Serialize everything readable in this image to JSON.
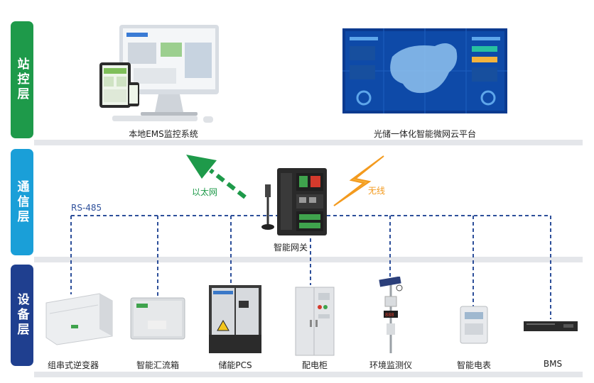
{
  "layers": {
    "station": {
      "label": "站控层",
      "color": "#1e9a4a"
    },
    "comm": {
      "label": "通信层",
      "color": "#1a9fd8"
    },
    "device": {
      "label": "设备层",
      "color": "#1f3f8f"
    }
  },
  "station": {
    "local_ems": "本地EMS监控系统",
    "cloud_platform": "光储一体化智能微网云平台"
  },
  "comm": {
    "ethernet": "以太网",
    "wireless": "无线",
    "rs485": "RS-485",
    "gateway": "智能网关",
    "ethernet_color": "#1e9a4a",
    "wireless_color": "#f39a1e",
    "bus_color": "#2d4f9a"
  },
  "devices": [
    {
      "label": "组串式逆变器",
      "icon": "inverter-icon"
    },
    {
      "label": "智能汇流箱",
      "icon": "combiner-box-icon"
    },
    {
      "label": "储能PCS",
      "icon": "pcs-cabinet-icon"
    },
    {
      "label": "配电柜",
      "icon": "distribution-cabinet-icon"
    },
    {
      "label": "环境监测仪",
      "icon": "weather-station-icon"
    },
    {
      "label": "智能电表",
      "icon": "smart-meter-icon"
    },
    {
      "label": "BMS",
      "icon": "bms-rack-icon"
    }
  ]
}
